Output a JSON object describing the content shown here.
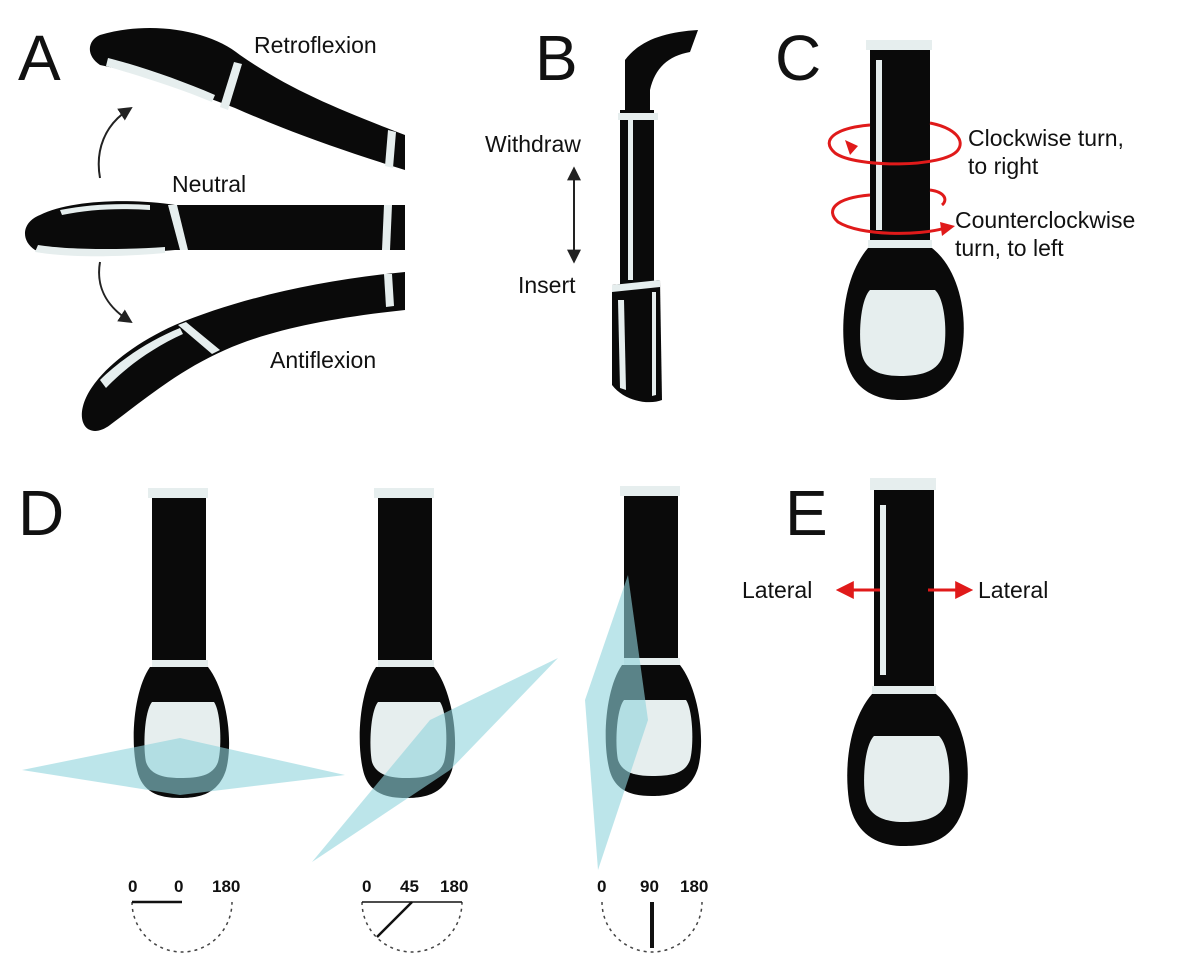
{
  "panels": {
    "a": {
      "letter": "A",
      "retroflexion": "Retroflexion",
      "neutral": "Neutral",
      "antiflexion": "Antiflexion"
    },
    "b": {
      "letter": "B",
      "withdraw": "Withdraw",
      "insert": "Insert"
    },
    "c": {
      "letter": "C",
      "clockwise_line1": "Clockwise turn,",
      "clockwise_line2": "to right",
      "counter_line1": "Counterclockwise",
      "counter_line2": "turn, to left"
    },
    "d": {
      "letter": "D",
      "dials": [
        {
          "left": "0",
          "angle": "0",
          "right": "180"
        },
        {
          "left": "0",
          "angle": "45",
          "right": "180"
        },
        {
          "left": "0",
          "angle": "90",
          "right": "180"
        }
      ]
    },
    "e": {
      "letter": "E",
      "lateral_left": "Lateral",
      "lateral_right": "Lateral"
    }
  },
  "colors": {
    "probe": "#0a0a0a",
    "highlight": "#e6eeee",
    "beam": "#8fd3dc",
    "arrow_red": "#e01a1a"
  }
}
